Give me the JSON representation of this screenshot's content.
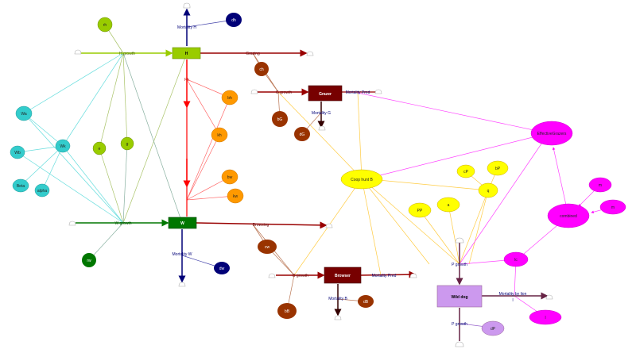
{
  "nodes": {
    "rh": "rh",
    "dh": "dh",
    "mortality_h": "Mortality H",
    "h_stock": "H",
    "h_growth": "H growth",
    "grazing": "Grazing",
    "ch": "ch",
    "bh": "bh",
    "fh": "Fh",
    "kh": "kh",
    "bw": "bw",
    "kw": "kw",
    "g_growth": "G growth",
    "grazer": "Grazer",
    "mortality_pred": "Mortality Pred",
    "mortality_g": "Mortality G",
    "bg": "bG",
    "dg": "dG",
    "effective_grazers": "EffectiveGrazers",
    "coop_hunt": "Coop hunt B",
    "cp": "cP",
    "bp": "bP",
    "q": "q",
    "pp": "PP",
    "a": "a",
    "combined": "combined",
    "m1": "m",
    "m2": "m",
    "wa": "Wa",
    "wb": "Wb",
    "wk": "Wk",
    "beta": "Beta",
    "alpha": "alpha",
    "e": "e",
    "g": "g",
    "w_growth": "W growth",
    "rw": "rw",
    "w_stock": "W",
    "browsing": "Browsing",
    "cw": "cw",
    "mortality_w": "Mortality W",
    "dw": "dw",
    "b_growth": "B growth",
    "browser": "Browser",
    "mortality_pred_b": "Mortality Pred",
    "mortality_b": "Mortality B",
    "db": "dB",
    "bb": "bB",
    "p_growth": "P growth",
    "wild_dog": "Wild dog",
    "mortality_by_lion": "Mortality by lion",
    "l": "l",
    "lc": "lc",
    "p_growth2": "P growth",
    "dp": "dP"
  },
  "colors": {
    "h_stock": "#99cc00",
    "w_stock": "#007700",
    "grazer": "#770000",
    "browser": "#770000",
    "wild_dog": "#cc99ee",
    "magenta": "#ff00ff",
    "yellow": "#ffff00",
    "orange": "#ff9900",
    "brown": "#993300",
    "navy": "#000077",
    "cyan": "#33cccc",
    "lime": "#99cc00",
    "green": "#007700"
  }
}
